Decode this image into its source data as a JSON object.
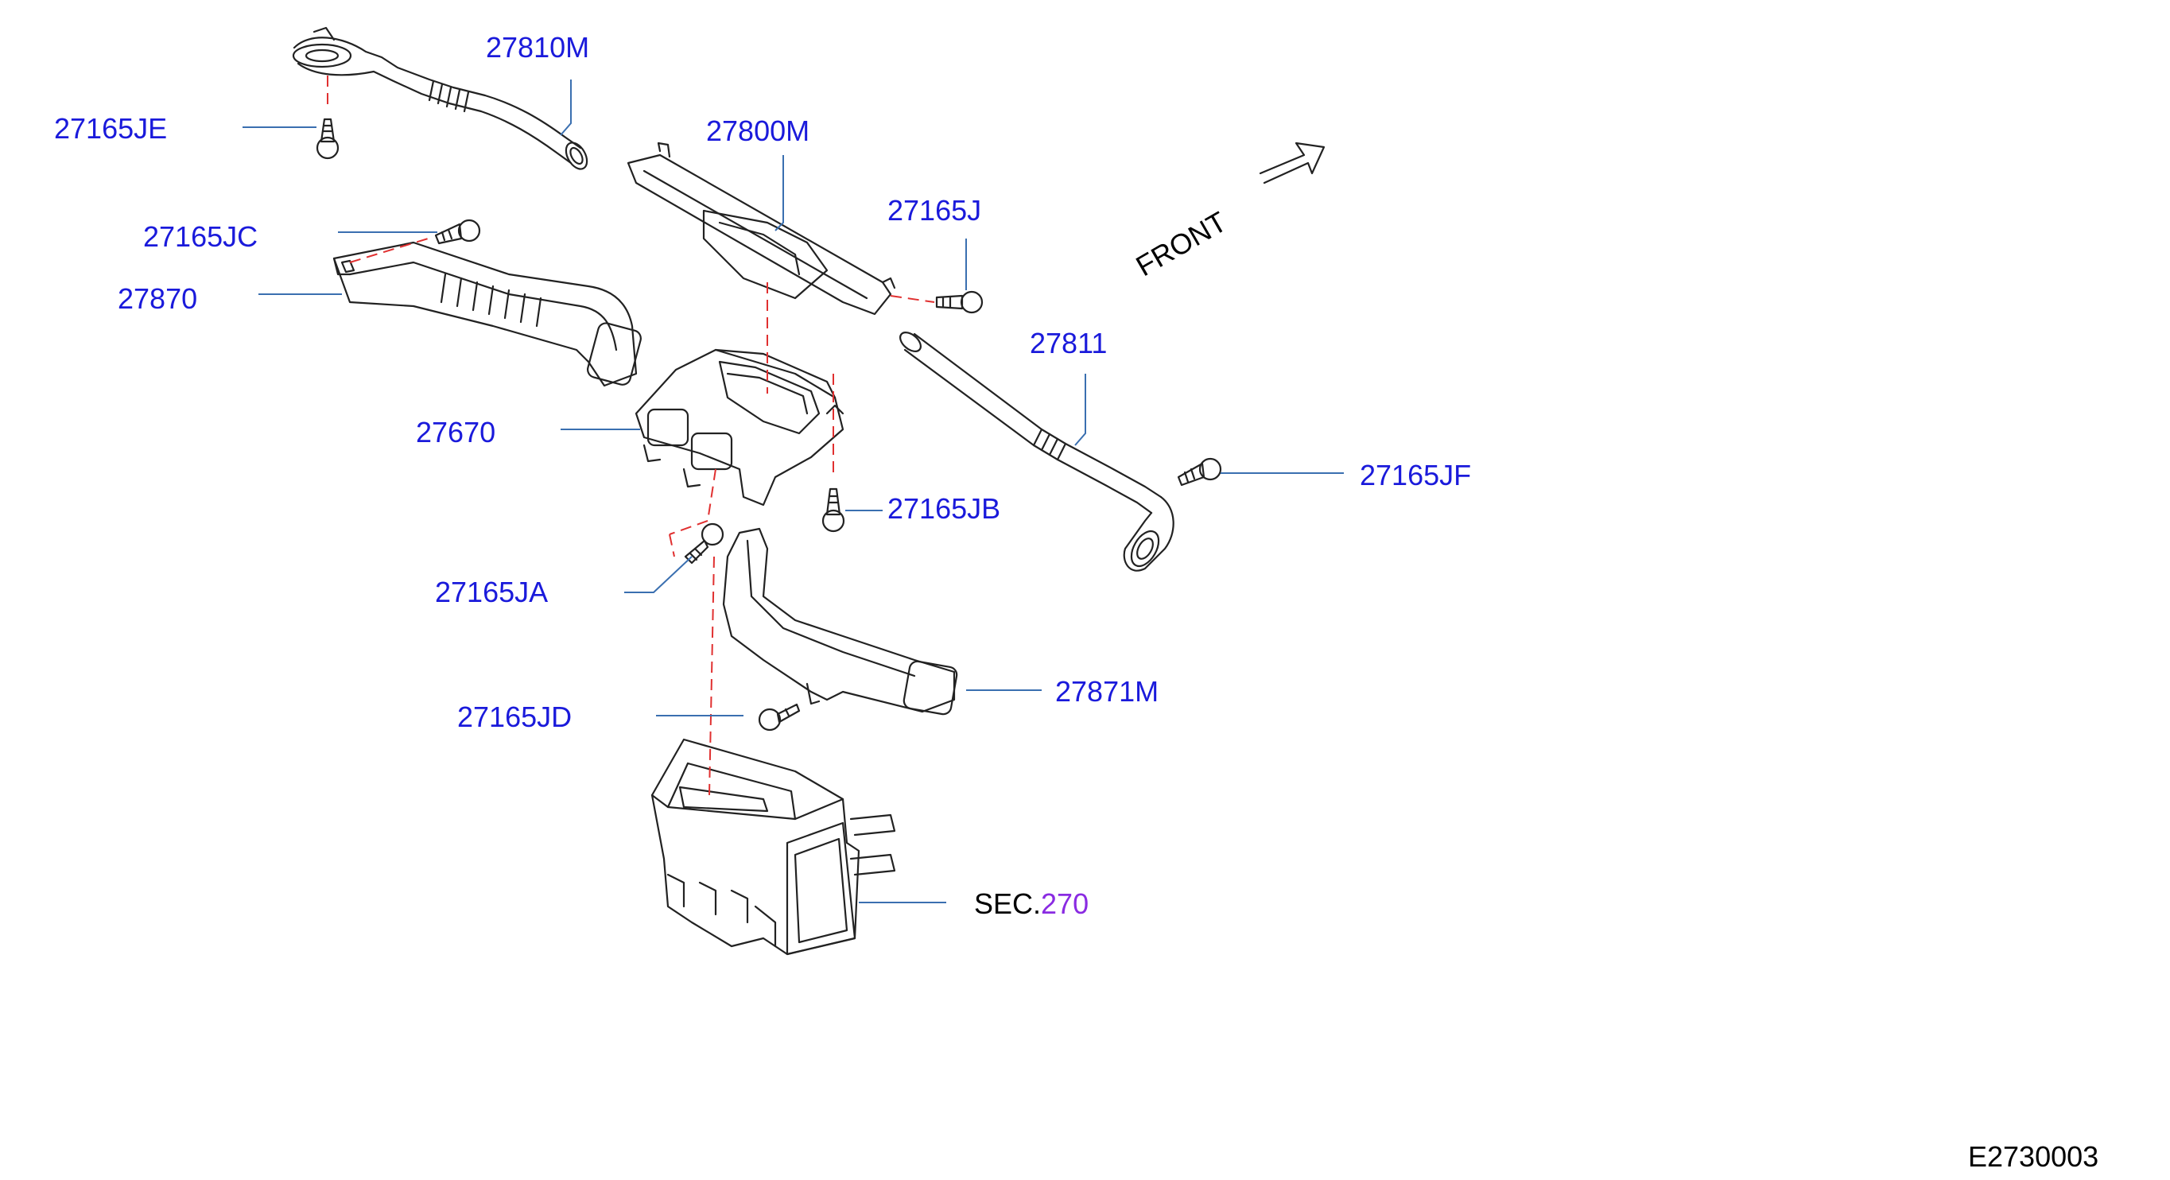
{
  "colors": {
    "part_label": "#1a1adb",
    "leader": "#3a6fb0",
    "outline": "#222222",
    "phantom": "#e03030",
    "section_number": "#8a2be2",
    "text": "#000000"
  },
  "parts": [
    {
      "id": "p27810m",
      "number": "27810M"
    },
    {
      "id": "p27165je",
      "number": "27165JE"
    },
    {
      "id": "p27800m",
      "number": "27800M"
    },
    {
      "id": "p27165j",
      "number": "27165J"
    },
    {
      "id": "p27165jc",
      "number": "27165JC"
    },
    {
      "id": "p27870",
      "number": "27870"
    },
    {
      "id": "p27811",
      "number": "27811"
    },
    {
      "id": "p27670",
      "number": "27670"
    },
    {
      "id": "p27165jf",
      "number": "27165JF"
    },
    {
      "id": "p27165jb",
      "number": "27165JB"
    },
    {
      "id": "p27165ja",
      "number": "27165JA"
    },
    {
      "id": "p27871m",
      "number": "27871M"
    },
    {
      "id": "p27165jd",
      "number": "27165JD"
    }
  ],
  "section_ref": {
    "prefix": "SEC.",
    "number": "270"
  },
  "direction": {
    "label": "FRONT"
  },
  "diagram_code": "E2730003"
}
